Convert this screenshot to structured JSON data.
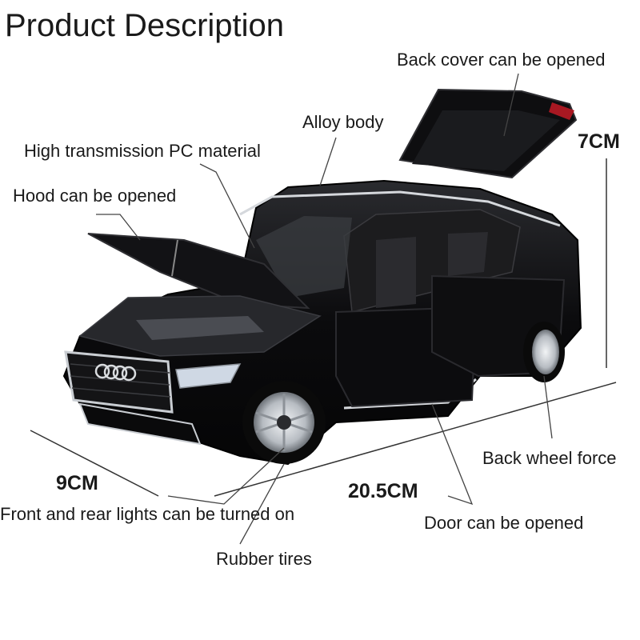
{
  "title": "Product Description",
  "labels": {
    "back_cover": "Back cover can be opened",
    "alloy_body": "Alloy body",
    "pc_material": "High transmission PC material",
    "hood": "Hood can be opened",
    "back_wheel": "Back wheel force",
    "lights": "Front and rear lights can be turned on",
    "door": "Door can be opened",
    "tires": "Rubber tires"
  },
  "dimensions": {
    "height": "7CM",
    "width": "9CM",
    "length": "20.5CM"
  },
  "colors": {
    "car_body": "#0b0b0d",
    "chrome": "#c9cdd2",
    "interior": "#1c1c1e",
    "line": "#333333"
  }
}
